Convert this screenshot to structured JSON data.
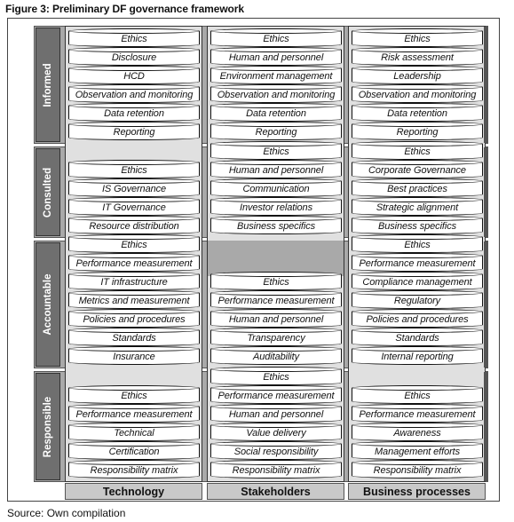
{
  "figure_title": "Figure 3:  Preliminary DF governance framework",
  "source": "Source: Own compilation",
  "rows": [
    {
      "label": "Informed"
    },
    {
      "label": "Consulted"
    },
    {
      "label": "Accountable"
    },
    {
      "label": "Responsible"
    }
  ],
  "columns": [
    {
      "label": "Technology"
    },
    {
      "label": "Stakeholders"
    },
    {
      "label": "Business processes"
    }
  ],
  "cells": [
    [
      [
        "Ethics",
        "Disclosure",
        "HCD",
        "Observation and monitoring",
        "Data retention",
        "Reporting"
      ],
      [
        "Ethics",
        "Human and personnel",
        "Environment management",
        "Observation and monitoring",
        "Data retention",
        "Reporting"
      ],
      [
        "Ethics",
        "Risk assessment",
        "Leadership",
        "Observation and monitoring",
        "Data retention",
        "Reporting"
      ]
    ],
    [
      [
        "Ethics",
        "IS Governance",
        "IT Governance",
        "Resource distribution"
      ],
      [
        "Ethics",
        "Human and personnel",
        "Communication",
        "Investor relations",
        "Business specifics"
      ],
      [
        "Ethics",
        "Corporate Governance",
        "Best practices",
        "Strategic alignment",
        "Business specifics"
      ]
    ],
    [
      [
        "Ethics",
        "Performance measurement",
        "IT infrastructure",
        "Metrics and measurement",
        "Policies and procedures",
        "Standards",
        "Insurance"
      ],
      [
        "Ethics",
        "Performance measurement",
        "Human and personnel",
        "Transparency",
        "Auditability"
      ],
      [
        "Ethics",
        "Performance measurement",
        "Compliance management",
        "Regulatory",
        "Policies and procedures",
        "Standards",
        "Internal reporting"
      ]
    ],
    [
      [
        "Ethics",
        "Performance measurement",
        "Technical",
        "Certification",
        "Responsibility matrix"
      ],
      [
        "Ethics",
        "Performance measurement",
        "Human and personnel",
        "Value delivery",
        "Social responsibility",
        "Responsibility matrix"
      ],
      [
        "Ethics",
        "Performance measurement",
        "Awareness",
        "Management efforts",
        "Responsibility matrix"
      ]
    ]
  ]
}
